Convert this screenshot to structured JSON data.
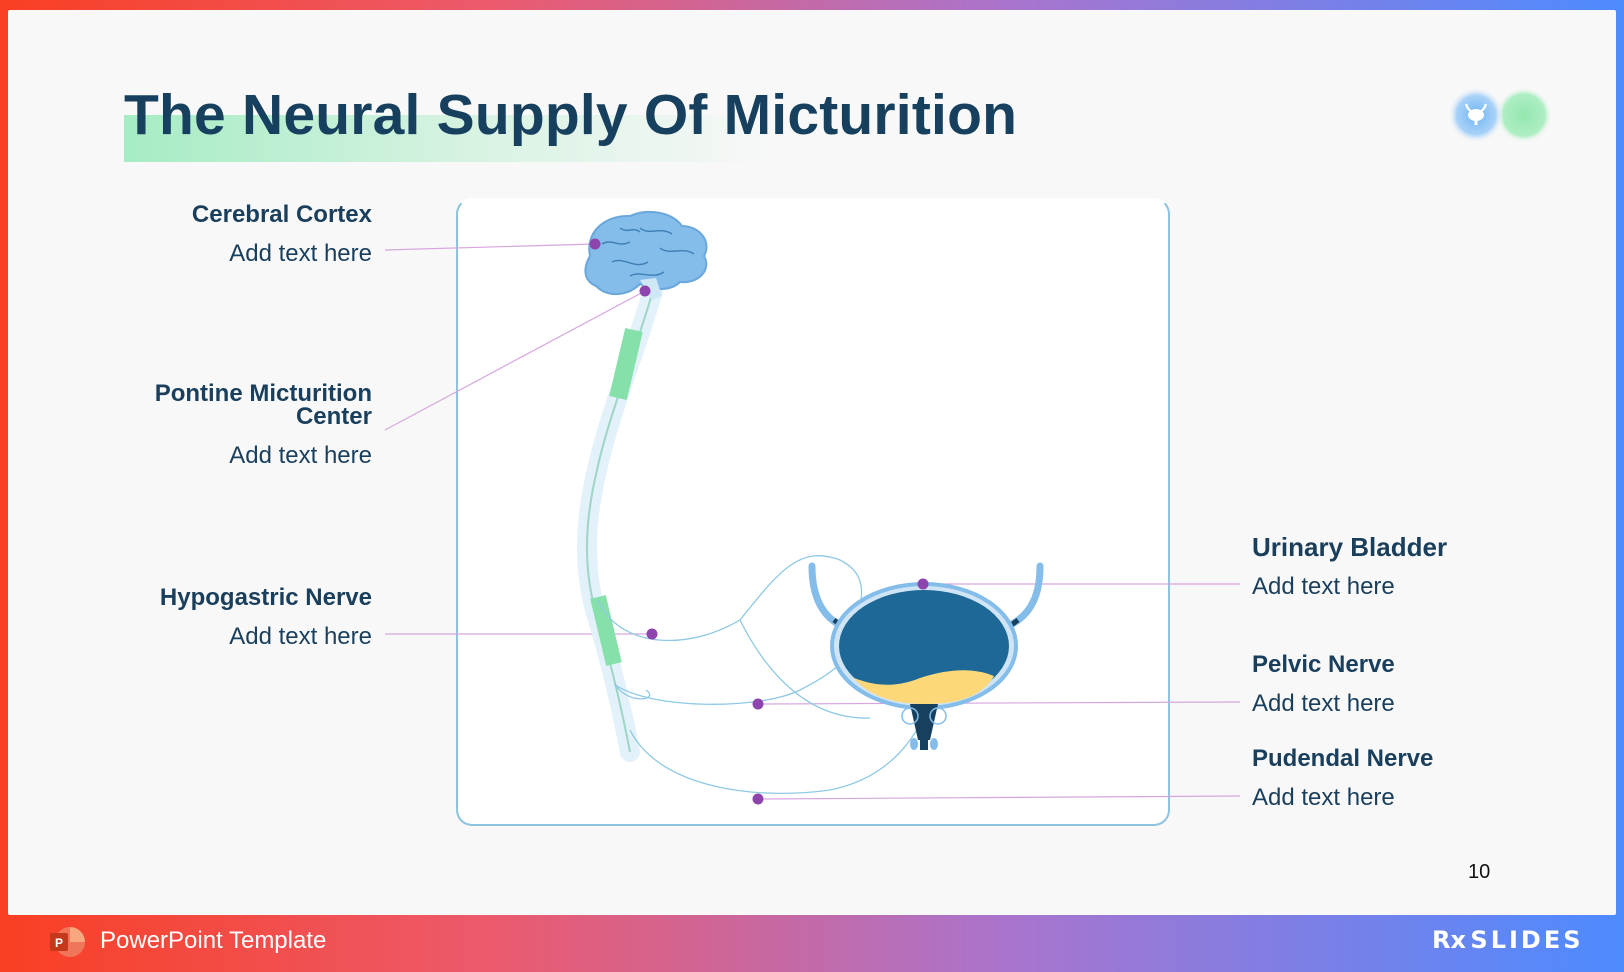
{
  "slide": {
    "title": "The Neural Supply Of Micturition",
    "page_number": "10"
  },
  "labels": {
    "cerebral_cortex": {
      "heading": "Cerebral Cortex",
      "text": "Add text here"
    },
    "pontine_center": {
      "heading_line1": "Pontine Micturition",
      "heading_line2": "Center",
      "text": "Add text here"
    },
    "hypogastric_nerve": {
      "heading": "Hypogastric Nerve",
      "text": "Add text here"
    },
    "urinary_bladder": {
      "heading": "Urinary Bladder",
      "text": "Add text here"
    },
    "pelvic_nerve": {
      "heading": "Pelvic Nerve",
      "text": "Add text here"
    },
    "pudendal_nerve": {
      "heading": "Pudendal Nerve",
      "text": "Add text here"
    }
  },
  "footer": {
    "template_label": "PowerPoint Template",
    "brand_rx": "Rx",
    "brand_slides": "SLIDES",
    "ppt_icon_letter": "P"
  },
  "colors": {
    "title": "#17405e",
    "accent_green": "#7fdea8",
    "brain_blue": "#84bcea",
    "bladder_dark": "#1e6897",
    "urine_yellow": "#fcd879",
    "marker_purple": "#8e44ad",
    "leader_line": "#d7a6df"
  }
}
